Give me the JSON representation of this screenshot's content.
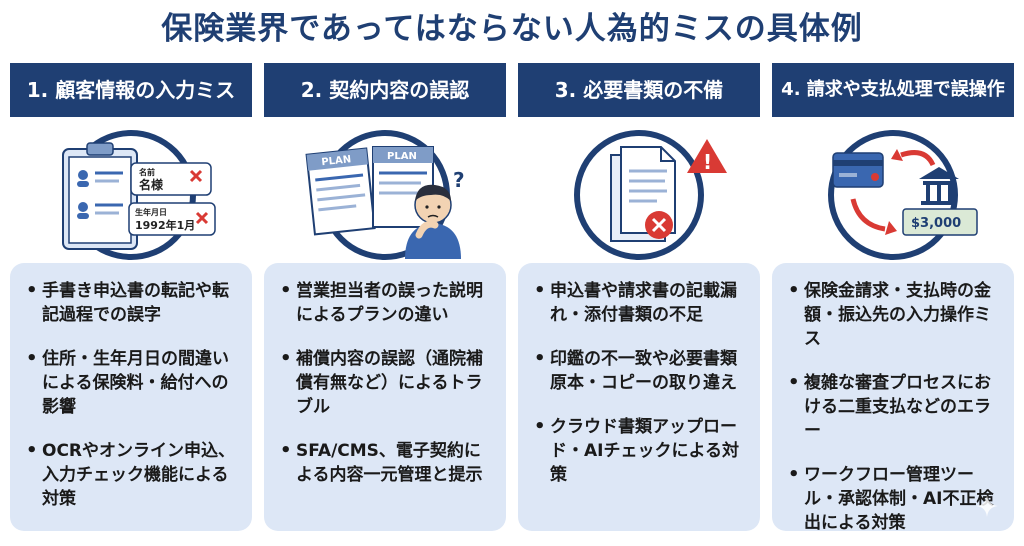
{
  "title": "保険業界であってはならない人為的ミスの具体例",
  "colors": {
    "navy": "#1f3f73",
    "card": "#dde7f6",
    "alert_red": "#d93a34"
  },
  "columns": [
    {
      "header": "1. 顧客情報の入力ミス",
      "illustration": {
        "icon": "clipboard-form-icon",
        "label_name_small": "名前",
        "label_name_value": "名様",
        "label_dob_small": "生年月日",
        "label_dob_value": "1992年1月"
      },
      "items": [
        "手書き申込書の転記や転記過程での誤字",
        "住所・生年月日の間違いによる保険料・給付への影響",
        "OCRやオンライン申込、入力チェック機能による対策"
      ]
    },
    {
      "header": "2. 契約内容の誤認",
      "illustration": {
        "icon": "confused-person-icon",
        "plan_label_1": "PLAN",
        "plan_label_2": "PLAN",
        "question": "?"
      },
      "items": [
        "営業担当者の誤った説明によるプランの違い",
        "補償内容の誤認（通院補償有無など）によるトラブル",
        "SFA/CMS、電子契約による内容一元管理と提示"
      ]
    },
    {
      "header": "3. 必要書類の不備",
      "illustration": {
        "icon": "missing-document-icon",
        "alert": "!"
      },
      "items": [
        "申込書や請求書の記載漏れ・添付書類の不足",
        "印鑑の不一致や必要書類原本・コピーの取り違え",
        "クラウド書類アップロード・AIチェックによる対策"
      ]
    },
    {
      "header": "4. 請求や支払処理で誤操作",
      "illustration": {
        "icon": "payment-transfer-icon",
        "amount": "$3,000"
      },
      "items": [
        "保険金請求・支払時の金額・振込先の入力操作ミス",
        "複雑な審査プロセスにおける二重支払などのエラー",
        "ワークフロー管理ツール・承認体制・AI不正検出による対策"
      ]
    }
  ]
}
